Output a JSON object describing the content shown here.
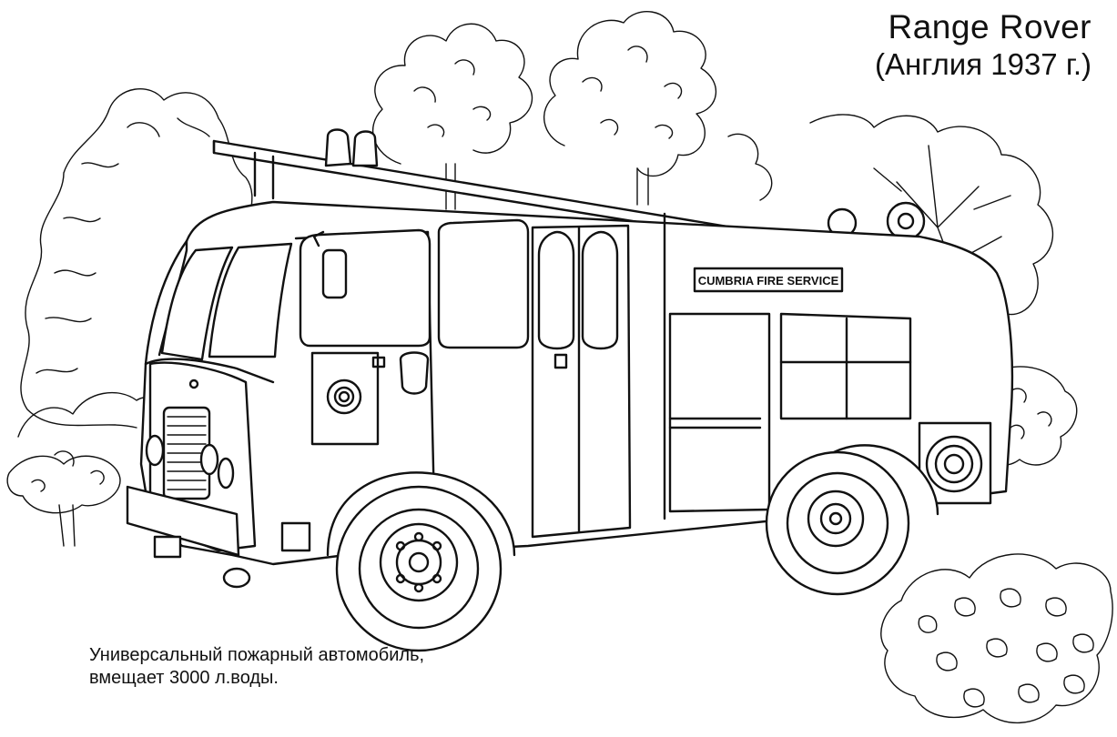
{
  "title": {
    "line1": "Range Rover",
    "line2": "(Англия 1937 г.)"
  },
  "caption": {
    "line1": "Универсальный пожарный автомобиль,",
    "line2": "вмещает 3000 л.воды."
  },
  "truck_sign": "CUMBRIA FIRE SERVICE",
  "colors": {
    "ink": "#111111",
    "paper": "#ffffff"
  }
}
